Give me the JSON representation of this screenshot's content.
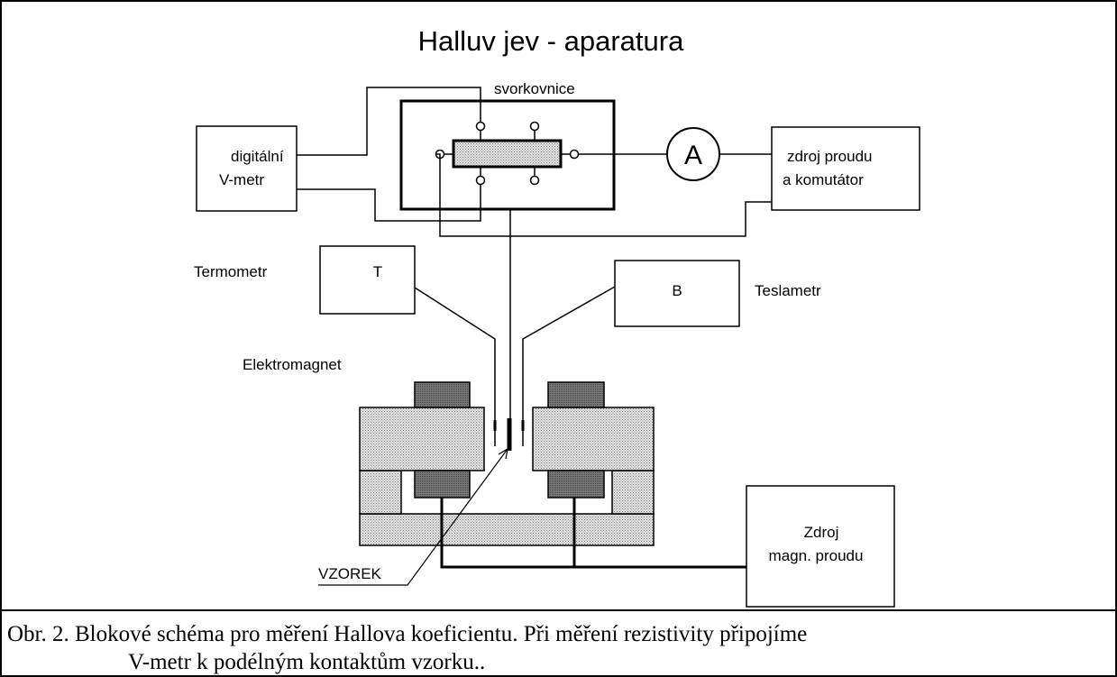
{
  "title": "Halluv jev - aparatura",
  "labels": {
    "svorkovnice": "svorkovnice",
    "voltmeter_line1": "digitální",
    "voltmeter_line2": "V-metr",
    "ammeter": "A",
    "source_line1": "zdroj proudu",
    "source_line2": "a komutátor",
    "termometr": "Termometr",
    "t_box": "T",
    "b_box": "B",
    "teslametr": "Teslametr",
    "elektromagnet": "Elektromagnet",
    "vzorek": "VZOREK",
    "magsource_line1": "Zdroj",
    "magsource_line2": "magn. proudu"
  },
  "caption": {
    "line1": "Obr. 2.   Blokové schéma pro měření  Hallova koeficientu. Při měření  rezistivity připojíme",
    "line2": "V-metr k podélným kontaktům vzorku.."
  }
}
